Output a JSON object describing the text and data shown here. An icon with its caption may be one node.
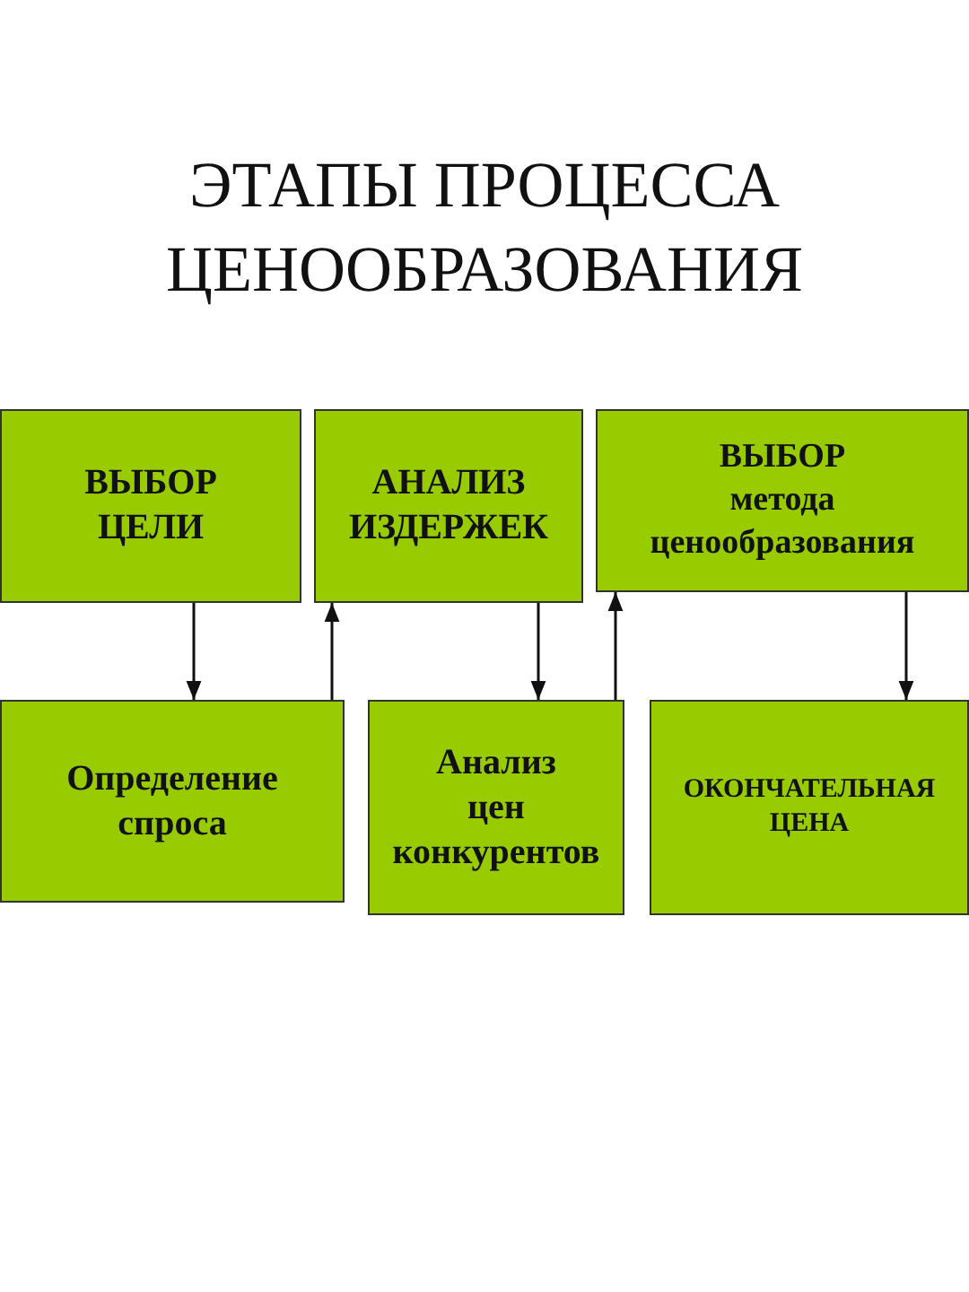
{
  "diagram": {
    "title": "ЭТАПЫ ПРОЦЕССА ЦЕНООБРАЗОВАНИЯ",
    "nodes": [
      {
        "text": [
          "ВЫБОР ЦЕЛИ"
        ]
      },
      {
        "text": [
          "АНАЛИЗ ИЗДЕРЖЕК"
        ]
      },
      {
        "text": [
          "ВЫБОР метода ценообразования"
        ]
      },
      {
        "text": [
          "Определение спроса"
        ]
      },
      {
        "text": [
          "Анализ цен конкурентов"
        ]
      },
      {
        "text": [
          "ОКОНЧАТЕЛЬНАЯ ЦЕНА"
        ]
      }
    ],
    "edges": [
      {
        "from": 0,
        "to": 3,
        "arrow": "to"
      },
      {
        "from": 3,
        "to": 1,
        "arrow": "to"
      },
      {
        "from": 1,
        "to": 4,
        "arrow": "to"
      },
      {
        "from": 4,
        "to": 2,
        "arrow": "to"
      },
      {
        "from": 2,
        "to": 5,
        "arrow": "to"
      }
    ]
  }
}
